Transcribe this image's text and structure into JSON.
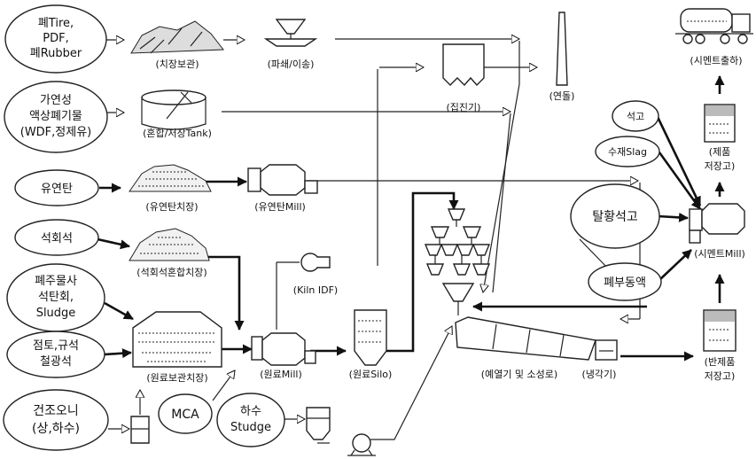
{
  "sources": {
    "tire": [
      "폐Tire,",
      "PDF,",
      "폐Rubber"
    ],
    "liquid": [
      "가연성",
      "액상폐기물",
      "(WDF,정제유)"
    ],
    "coal": "유연탄",
    "limestone": "석회석",
    "casting": [
      "폐주물사",
      "석탄회,",
      "Sludge"
    ],
    "clay": [
      "점토,규석",
      "철광석"
    ],
    "sewage_dry": [
      "건조오니",
      "(상,하수)"
    ],
    "mca": "MCA",
    "sludge": [
      "하수",
      "Studge"
    ],
    "gypsum": "석고",
    "slag": "수재Slag",
    "desulf_gypsum": "탈황석고",
    "byproduct": "폐부동액"
  },
  "units": {
    "tire_storage": "(치장보관)",
    "crusher": "(파쇄/이송)",
    "mix_tank": "(혼합/저장Tank)",
    "dust_collector": "(집진기)",
    "stack": "(연돌)",
    "cement_ship": "(시멘트출하)",
    "coal_yard": "(유연탄치장)",
    "coal_mill": "(유연탄Mill)",
    "lime_yard": "(석회석혼합치장)",
    "kiln_idf": "(Kiln IDF)",
    "product_silo": [
      "(제품",
      "저장고)"
    ],
    "cement_mill": "(시멘트Mill)",
    "raw_storage": "(원료보관치장)",
    "raw_mill": "(원료Mill)",
    "raw_silo": "(원료Silo)",
    "kiln": "(예열기 및 소성로)",
    "cooler": "(냉각기)",
    "semi_silo": [
      "(반제품",
      "저장고)"
    ]
  }
}
